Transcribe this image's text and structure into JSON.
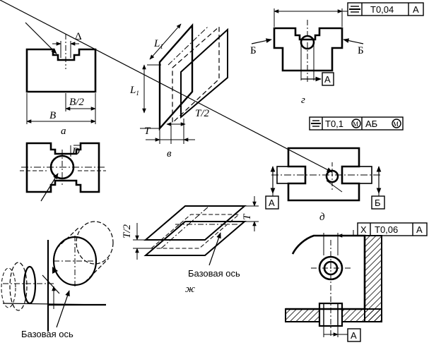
{
  "figure_a": {
    "caption": "а",
    "label_delta": "Δ",
    "label_B": "B",
    "label_B2": "B/2"
  },
  "figure_b": {
    "label_D": "D"
  },
  "figure_v": {
    "caption": "в",
    "label_L1_top": "L",
    "label_L1_top_sub": "1",
    "label_L1_side": "L",
    "label_L1_side_sub": "1",
    "label_T": "T",
    "label_T2": "T/2"
  },
  "figure_g": {
    "caption": "г",
    "fcf_symbol": "⌯",
    "fcf_value": "T0,04",
    "fcf_datum": "A",
    "left_mark": "Б",
    "right_mark": "Б",
    "datum_box": "A"
  },
  "figure_d": {
    "caption": "д",
    "fcf_symbol": "⌯",
    "fcf_value_prefix": "T0,1",
    "fcf_m1": "M",
    "fcf_datums": "АБ",
    "fcf_m2": "M",
    "datum_left": "A",
    "datum_right": "Б"
  },
  "figure_zh": {
    "caption": "ж",
    "label_T2": "T/2",
    "label_T": "T",
    "axis_label": "Базовая ось"
  },
  "figure_cyl": {
    "axis_label": "Базовая ось"
  },
  "figure_z": {
    "fcf_symbol": "X",
    "fcf_value": "T0,06",
    "fcf_datum": "A",
    "datum_box": "A"
  }
}
